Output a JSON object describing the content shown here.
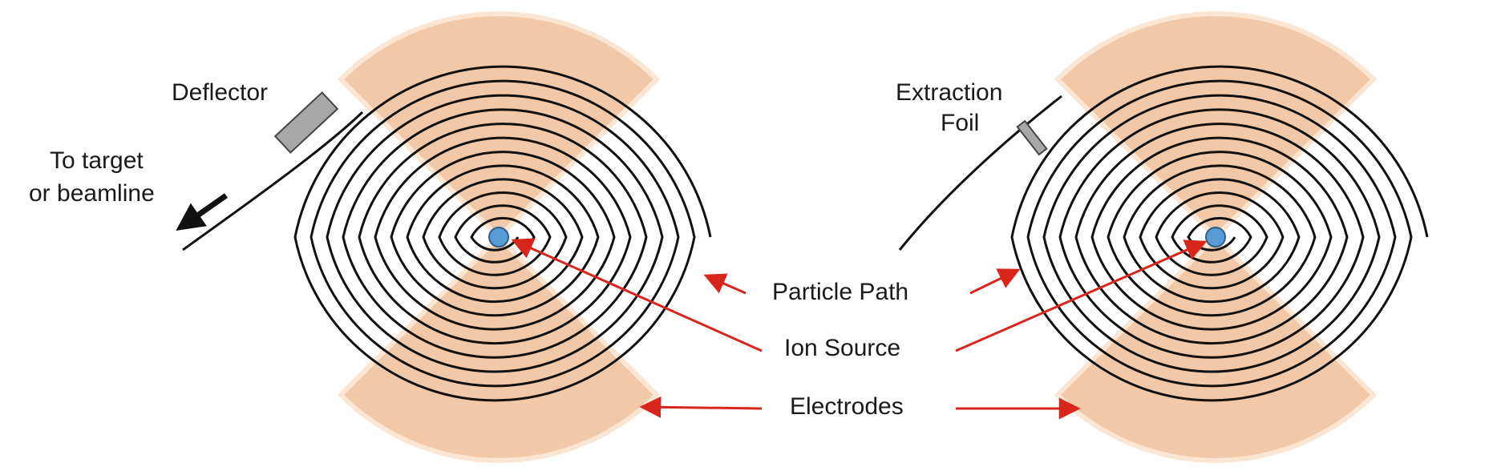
{
  "labels": {
    "deflector": "Deflector",
    "to_target_line1": "To target",
    "to_target_line2": "or beamline",
    "extraction_line1": "Extraction",
    "extraction_line2": "Foil",
    "particle_path": "Particle Path",
    "ion_source": "Ion Source",
    "electrodes": "Electrodes"
  },
  "colors": {
    "electrode_fill": "#f2c9a8",
    "electrode_highlight": "#fbe6d4",
    "spiral": "#111111",
    "ion_source": "#5b9bd5",
    "arrow": "#d9261c",
    "component": "#a8a8a8"
  }
}
